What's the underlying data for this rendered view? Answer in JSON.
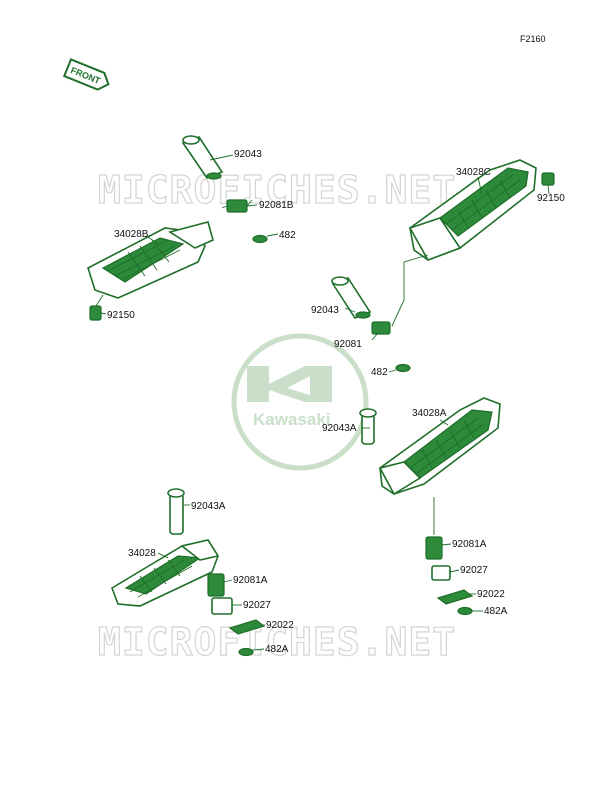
{
  "figure_code": "F2160",
  "front_label": "FRONT",
  "watermark_text": "MICROFICHES.NET",
  "logo": {
    "brand": "Kawasaki"
  },
  "colors": {
    "parts": "#2c8a3a",
    "parts_stroke": "#1f6e2a",
    "watermark": "#d4d4d4",
    "logo": "#c9dfc9"
  },
  "labels": {
    "p92043_top": "92043",
    "p92081B": "92081B",
    "p482_left": "482",
    "p34028B": "34028B",
    "p92150_left": "92150",
    "p34028C": "34028C",
    "p92150_right": "92150",
    "p92043_mid": "92043",
    "p92081": "92081",
    "p482_mid": "482",
    "p34028A": "34028A",
    "p92043A_mid": "92043A",
    "p92043A_low": "92043A",
    "p34028": "34028",
    "p92081A_left": "92081A",
    "p92027_left": "92027",
    "p92022_left": "92022",
    "p482A_left": "482A",
    "p92081A_right": "92081A",
    "p92027_right": "92027",
    "p92022_right": "92022",
    "p482A_right": "482A"
  }
}
